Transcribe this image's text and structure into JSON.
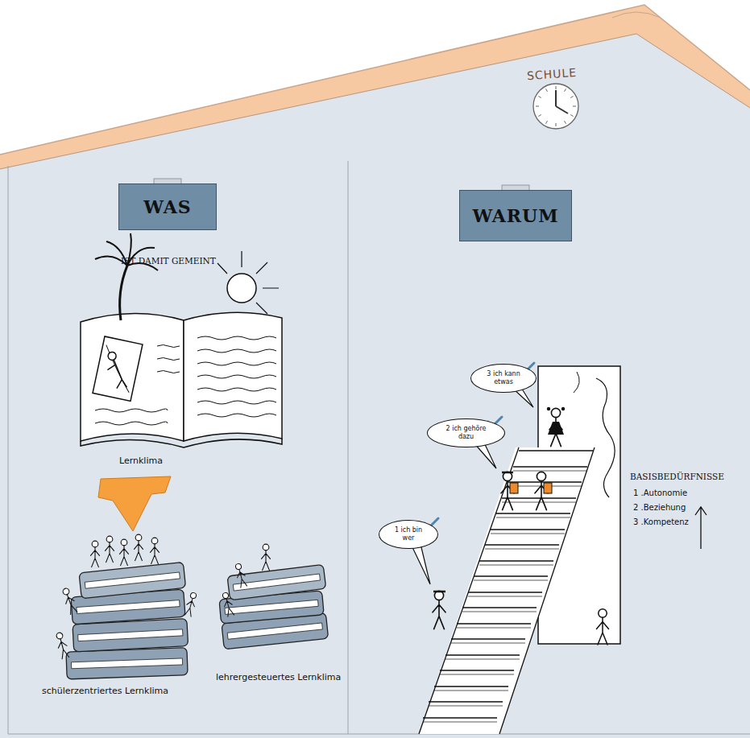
{
  "diagram": {
    "nodes": [
      {
        "text": [
          "WAS"
        ]
      },
      {
        "text": [
          "WARUM"
        ]
      },
      {
        "text": [
          "3 ich kann etwas"
        ]
      },
      {
        "text": [
          "2 ich gehöre dazu"
        ]
      },
      {
        "text": [
          "1 ich bin wer"
        ]
      }
    ],
    "labels": [
      "SCHULE",
      "IST DAMIT GEMEINT",
      "Lernklima",
      "schülerzentriertes Lernklima",
      "lehrergesteuertes Lernklima",
      "BASISBEDÜRFNISSE",
      "1 .Autonomie",
      "2 .Beziehung",
      "3 .Kompetenz"
    ]
  }
}
